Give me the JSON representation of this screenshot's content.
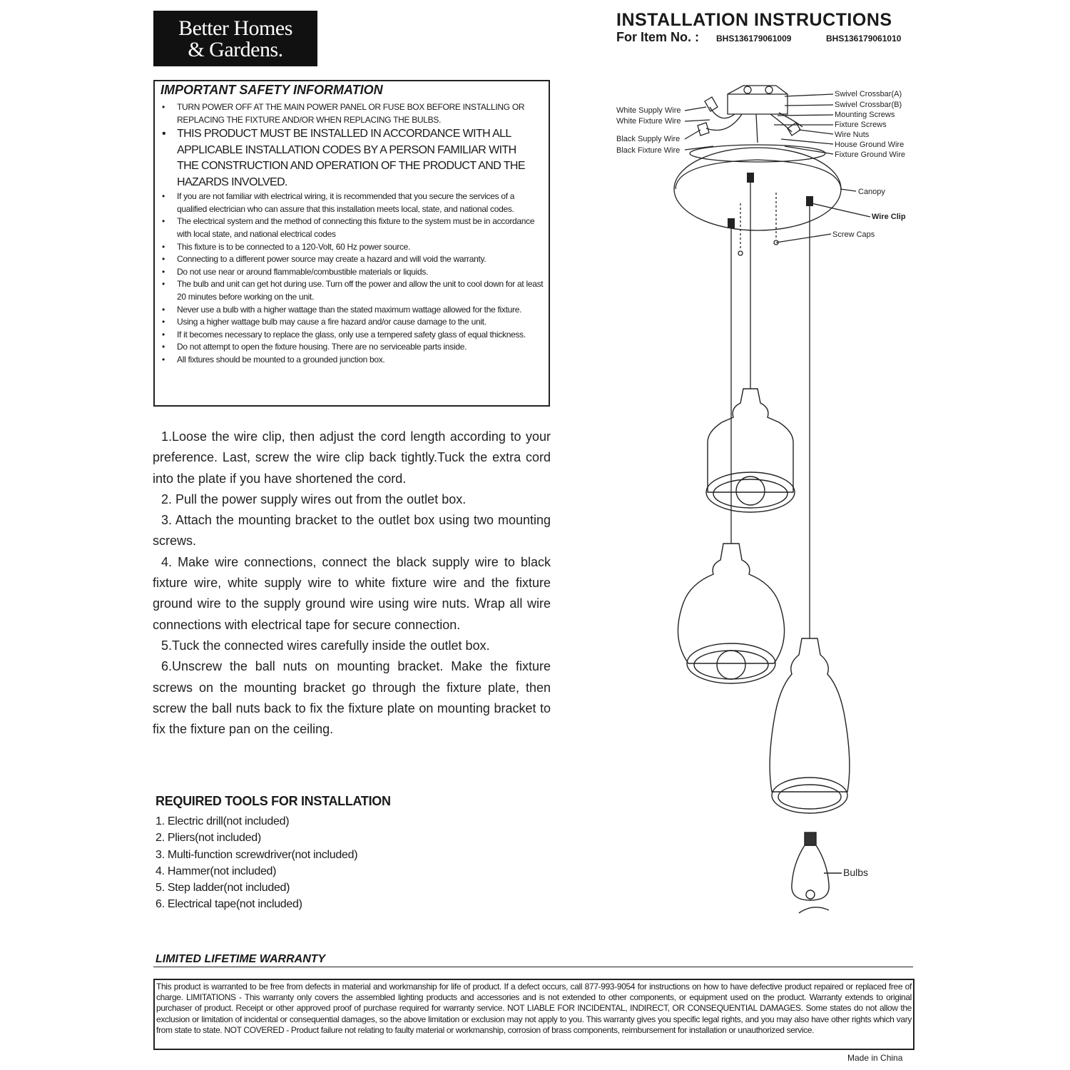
{
  "brand": {
    "line1": "Better Homes",
    "line2": "& Gardens."
  },
  "header": {
    "title": "INSTALLATION INSTRUCTIONS",
    "item_label": "For Item No. :",
    "item_numbers": [
      "BHS136179061009",
      "BHS136179061010"
    ]
  },
  "safety": {
    "heading": "IMPORTANT SAFETY INFORMATION",
    "items": [
      "TURN POWER OFF AT THE MAIN POWER PANEL OR FUSE BOX BEFORE INSTALLING OR REPLACING THE FIXTURE AND/OR WHEN REPLACING THE BULBS.",
      "THIS PRODUCT MUST BE INSTALLED IN ACCORDANCE WITH ALL APPLICABLE INSTALLATION CODES BY A PERSON FAMILIAR WITH THE CONSTRUCTION AND OPERATION OF THE PRODUCT AND THE HAZARDS INVOLVED.",
      "If you are not familiar with electrical wiring, it is recommended that you secure the services of a qualified electrician who can assure that this installation meets local, state, and national codes.",
      "The electrical system and the method of connecting this fixture to the system must be in accordance with local state, and national electrical codes",
      "This fixture is to be connected to a 120-Volt, 60 Hz power source.",
      "Connecting to a different power source may create a hazard and will void the warranty.",
      "Do not use near or around flammable/combustible materials or liquids.",
      "The bulb and unit can get hot during use. Turn off the power and allow the unit to cool down for at least 20 minutes before working on the unit.",
      "Never use a bulb with a higher wattage than the stated maximum wattage allowed for the fixture.",
      "Using a higher wattage bulb may cause a fire hazard and/or cause damage to the unit.",
      "If it becomes necessary to replace the glass, only use a tempered safety glass of equal thickness.",
      "Do not attempt to open the fixture housing. There are no serviceable parts inside.",
      "All fixtures should be mounted to a grounded junction box."
    ]
  },
  "steps": [
    "1.Loose the wire clip, then adjust the cord length according to your preference. Last, screw the wire clip back tightly.Tuck the extra cord into the plate if you have shortened the cord.",
    "2. Pull the power supply wires out from the outlet box.",
    "3. Attach the mounting bracket to the outlet box using two mounting screws.",
    "4. Make wire connections, connect the black supply wire to black fixture wire,  white supply wire to white fixture wire and  the fixture ground wire to the supply ground wire using wire nuts. Wrap all wire connections with electrical tape for secure connection.",
    "5.Tuck the connected wires carefully inside the outlet box.",
    "6.Unscrew the ball nuts on mounting bracket. Make the fixture screws on the mounting bracket go through the fixture plate, then screw the ball nuts back to fix the fixture plate on mounting bracket to fix the fixture pan on the ceiling."
  ],
  "tools": {
    "heading": "REQUIRED TOOLS FOR INSTALLATION",
    "items": [
      "1. Electric drill(not included)",
      "2. Pliers(not included)",
      "3. Multi-function screwdriver(not included)",
      "4. Hammer(not included)",
      "5. Step ladder(not included)",
      "6. Electrical tape(not included)"
    ]
  },
  "warranty": {
    "heading": "LIMITED LIFETIME WARRANTY",
    "text": "This product is warranted to be free from defects in material and workmanship for life of product. If a defect occurs, call 877-993-9054 for instructions on how to have defective product repaired or replaced free of charge. LIMITATIONS - This warranty only covers the assembled lighting products and accessories and is not extended to other components, or equipment used on the product. Warranty extends to original purchaser of  product. Receipt or other approved proof of purchase required for warranty service. NOT LIABLE FOR INCIDENTAL, INDIRECT, OR CONSEQUENTIAL DAMAGES. Some states do not allow the exclusion or limitation of incidental or consequential damages, so the above limitation or exclusion may not apply to you. This warranty gives you specific legal rights, and you may also have other rights which vary from state to state. NOT COVERED - Product failure not relating to faulty material or workmanship, corrosion of brass components, reimbursement for installation or unauthorized service."
  },
  "diagram": {
    "labels_left": [
      "White Supply Wire",
      "White Fixture Wire",
      "Black Supply Wire",
      "Black Fixture Wire"
    ],
    "labels_right": [
      "Swivel Crossbar(A)",
      "Swivel Crossbar(B)",
      "Mounting Screws",
      "Fixture Screws",
      "Wire Nuts",
      "House Ground Wire",
      "Fixture Ground Wire"
    ],
    "canopy": "Canopy",
    "wire_clip": "Wire Clip",
    "screw_caps": "Screw Caps",
    "bulbs": "Bulbs"
  },
  "footer": {
    "made_in": "Made in China"
  }
}
